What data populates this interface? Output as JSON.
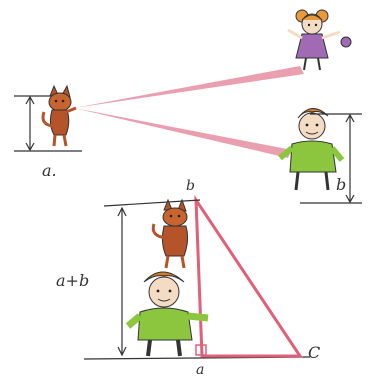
{
  "labels": {
    "cat_height": "a.",
    "climber_height": "b",
    "stack_height": "a+b",
    "tower_top": "b",
    "base_left": "a",
    "base_corner": "C"
  },
  "colors": {
    "ink": "#333333",
    "sight_line": "#d9506f",
    "triangle": "#e0607a",
    "green_shirt": "#8cc63f",
    "purple_shirt": "#a06ab4",
    "skin": "#f4dcc4",
    "cat_brown": "#b5532a"
  }
}
